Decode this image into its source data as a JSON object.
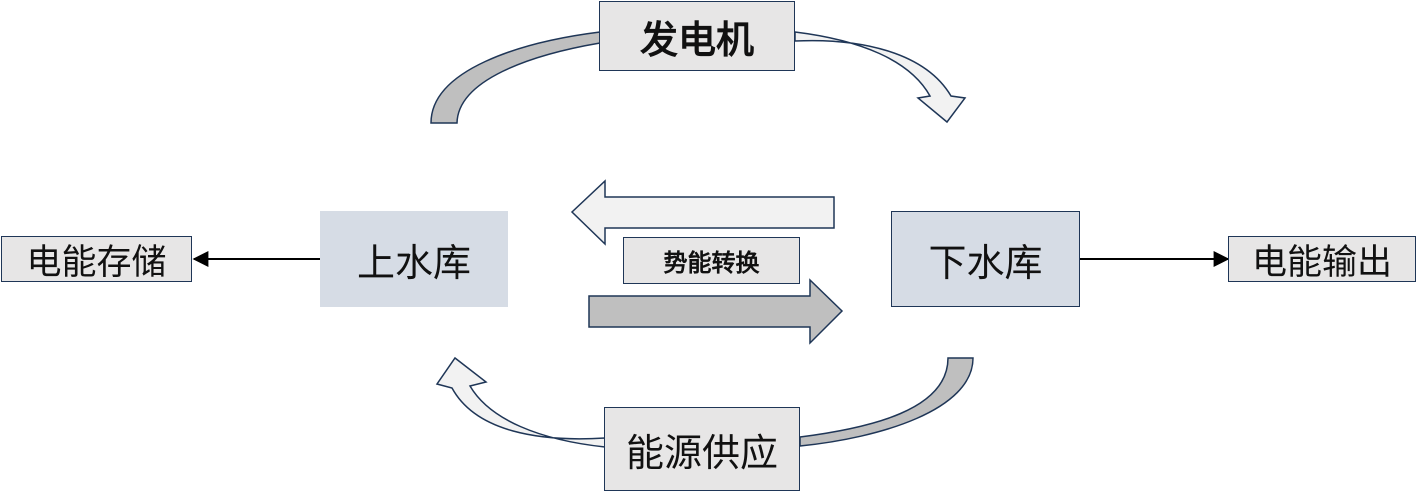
{
  "nodes": {
    "generator": "发电机",
    "upper_reservoir": "上水库",
    "lower_reservoir": "下水库",
    "energy_storage": "电能存储",
    "energy_output": "电能输出",
    "energy_supply": "能源供应",
    "potential_conversion": "势能转换"
  },
  "colors": {
    "box_fill_grey": "#e7e6e6",
    "box_fill_blue": "#d6dce5",
    "border": "#1f3657",
    "arrow_dark": "#bfbfbf",
    "arrow_light": "#f2f2f2"
  }
}
